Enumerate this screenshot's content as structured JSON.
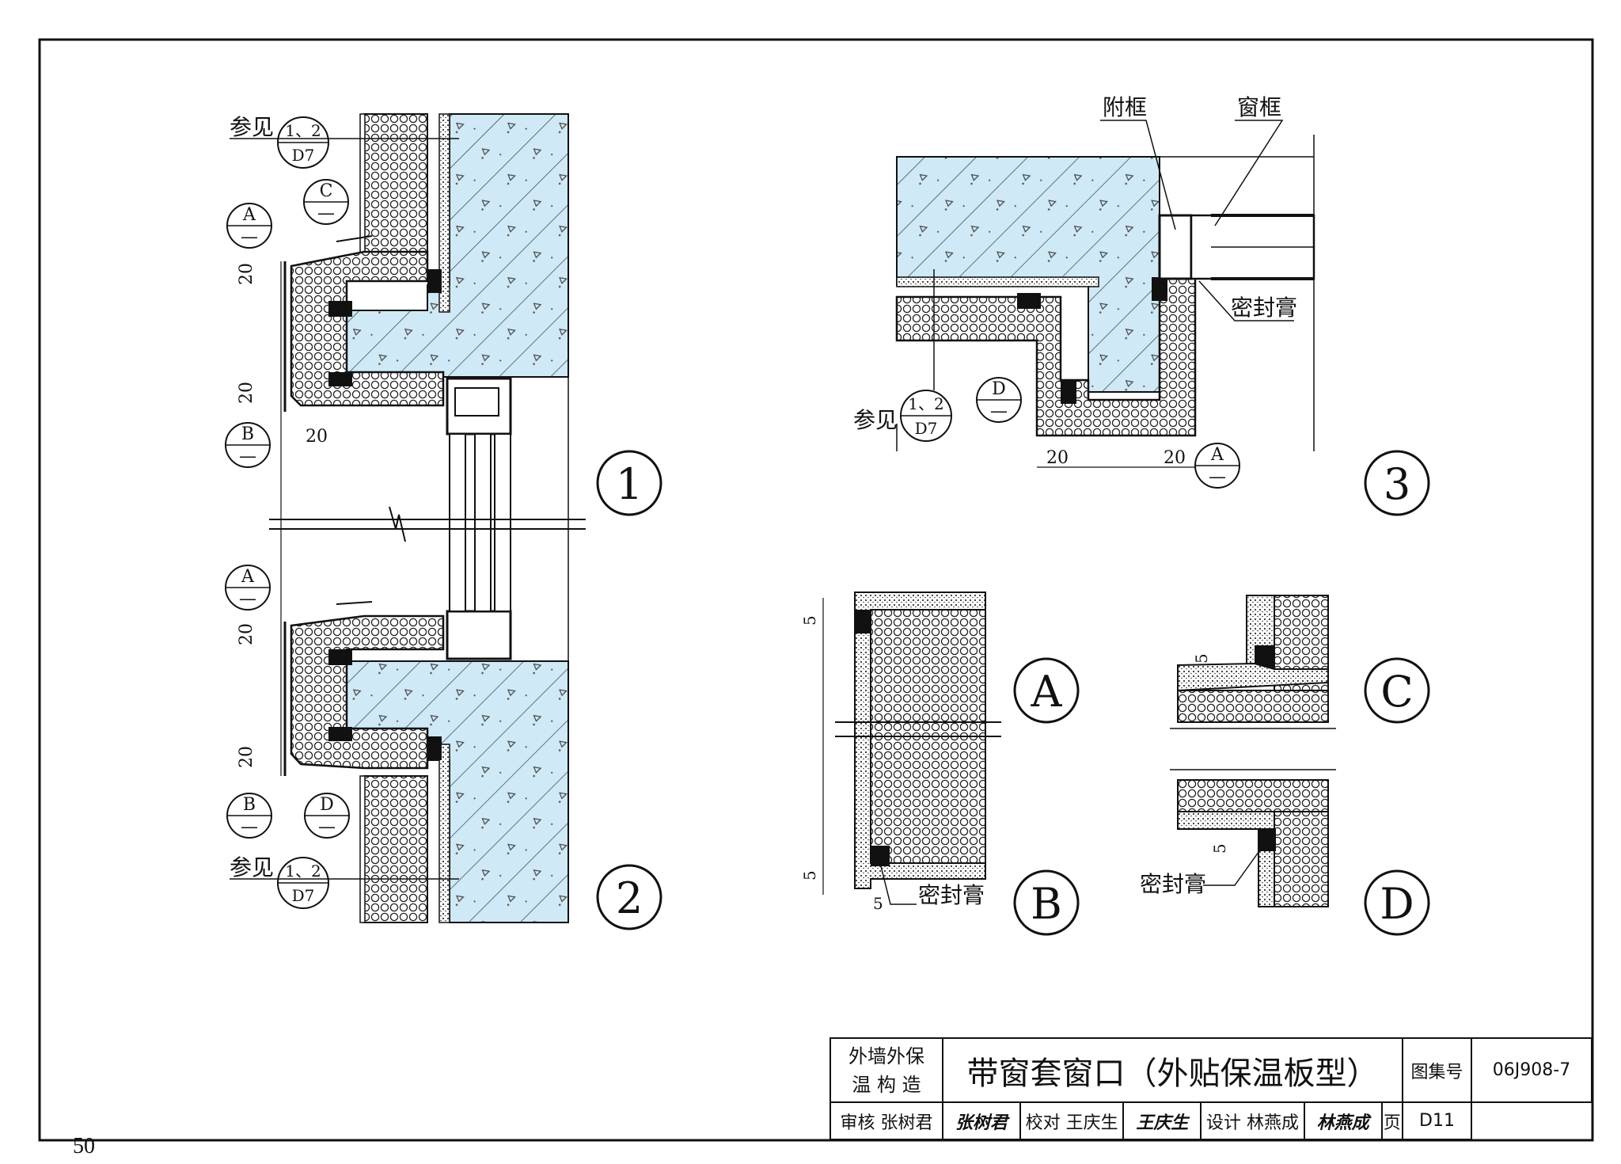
{
  "page_number": "50",
  "ref_note": "参见",
  "ref_circle": {
    "top": "1、2",
    "bottom": "D7"
  },
  "dim_20": "20",
  "dim_5": "5",
  "labels": {
    "fukuang": "附框",
    "chuangkuang": "窗框",
    "mifenggao": "密封膏"
  },
  "section_marks": {
    "A": "A",
    "B": "B",
    "C": "C",
    "D": "D",
    "dash": "—"
  },
  "detail_numbers": {
    "d1": "1",
    "d2": "2",
    "d3": "3",
    "dA": "A",
    "dB": "B",
    "dC": "C",
    "dD": "D"
  },
  "title_block": {
    "category_line1": "外墙外保",
    "category_line2": "温 构 造",
    "title": "带窗套窗口（外贴保温板型）",
    "atlas_label": "图集号",
    "atlas_no": "06J908-7",
    "review_label": "审核",
    "review_name": "张树君",
    "review_sig": "张树君",
    "check_label": "校对",
    "check_name": "王庆生",
    "check_sig": "王庆生",
    "design_label": "设计",
    "design_name": "林燕成",
    "design_sig": "林燕成",
    "page_label": "页",
    "page_no": "D11"
  },
  "colors": {
    "concrete": "#cfe9f6",
    "line": "#111111",
    "insulation": "#ffffff"
  }
}
